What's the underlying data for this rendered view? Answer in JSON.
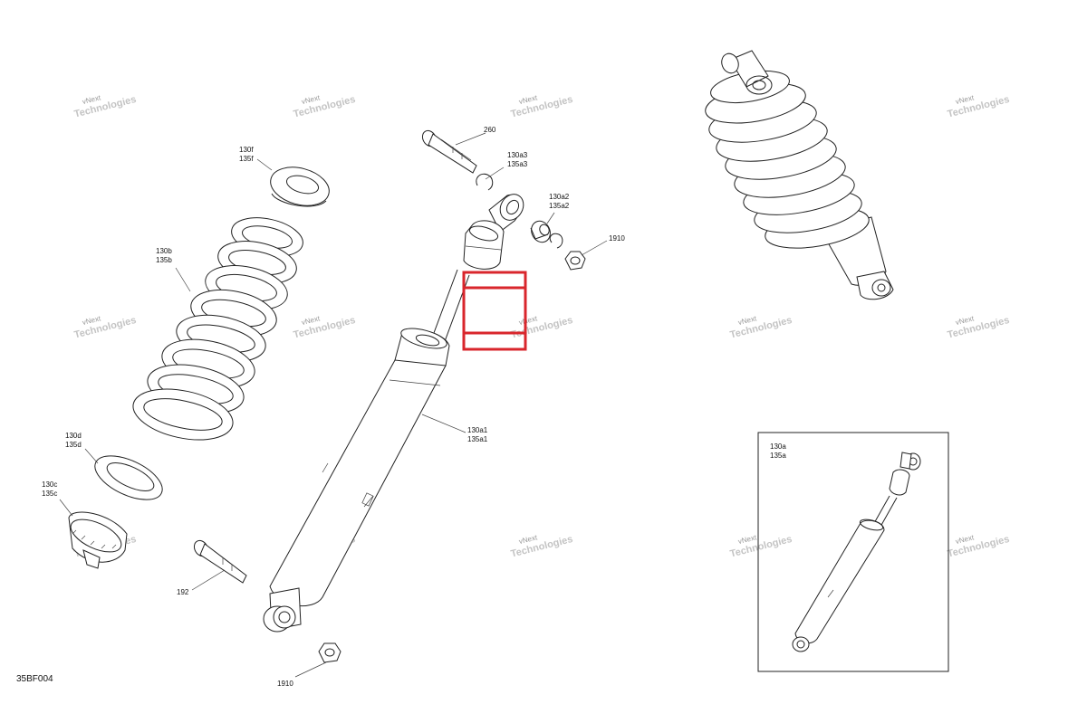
{
  "diagram_code": "35BF004",
  "watermark": {
    "line1": "vNext",
    "line2": "Technologies"
  },
  "callouts": {
    "c260": "260",
    "c130a3": "130a3",
    "c135a3": "135a3",
    "c130a2": "130a2",
    "c135a2": "135a2",
    "c1910_top": "1910",
    "c130f": "130f",
    "c135f": "135f",
    "c130b": "130b",
    "c135b": "135b",
    "c130d": "130d",
    "c135d": "135d",
    "c130c": "130c",
    "c135c": "135c",
    "c130a1": "130a1",
    "c135a1": "135a1",
    "c192": "192",
    "c1910_bottom": "1910",
    "c130a": "130a",
    "c135a": "135a"
  },
  "colors": {
    "highlight": "#d9262c",
    "line": "#222222",
    "watermark": "#b5b5b5"
  }
}
